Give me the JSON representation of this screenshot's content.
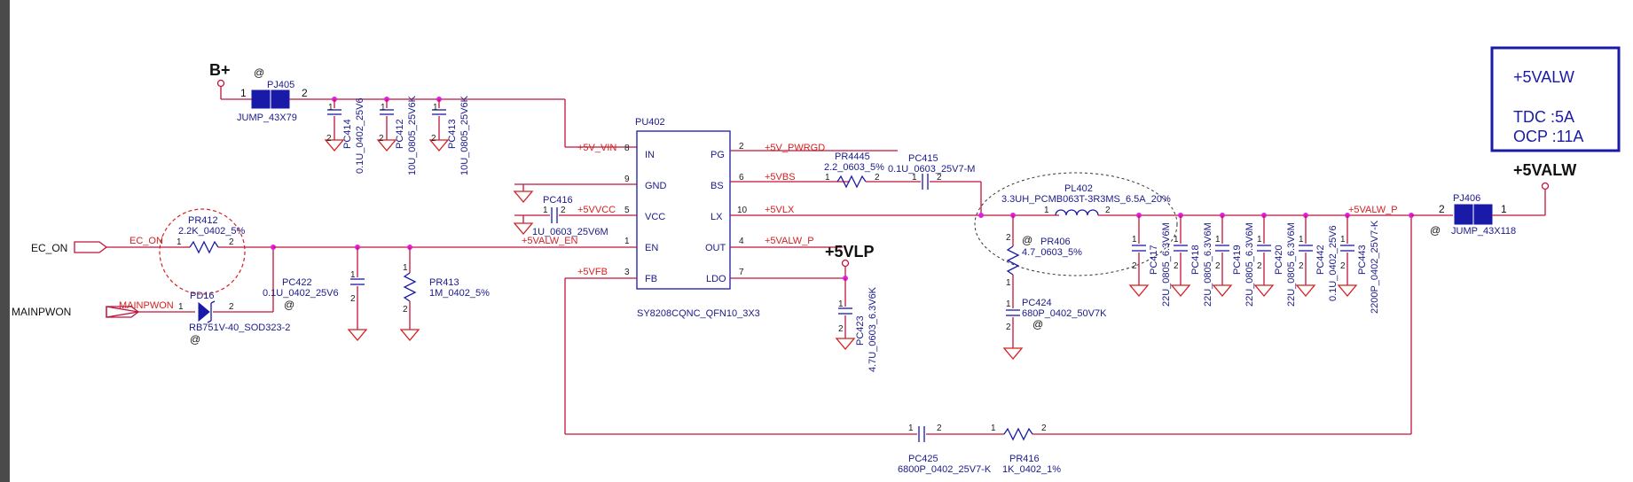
{
  "rails": {
    "b_plus": "B+",
    "vlp": "+5VLP",
    "valw": "+5VALW"
  },
  "info_box": {
    "rail": "+5VALW",
    "tdc": "TDC :5A",
    "ocp": "OCP :11A"
  },
  "ports": {
    "ec_on": "EC_ON",
    "mainpwon": "MAINPWON"
  },
  "nets": {
    "ec_on": "EC_ON",
    "mainpwon": "MAINPWON",
    "vin": "+5V_VIN",
    "pwrgd": "+5V_PWRGD",
    "vbs": "+5VBS",
    "vlx": "+5VLX",
    "vvcc": "+5VVCC",
    "valw_en": "+5VALW_EN",
    "valw_p_out": "+5VALW_P",
    "vfb": "+5VFB",
    "valw_p": "+5VALW_P"
  },
  "ic": {
    "ref": "PU402",
    "part": "SY8208CQNC_QFN10_3X3",
    "pins_left": [
      {
        "num": "8",
        "name": "IN"
      },
      {
        "num": "9",
        "name": "GND"
      },
      {
        "num": "5",
        "name": "VCC"
      },
      {
        "num": "1",
        "name": "EN"
      },
      {
        "num": "3",
        "name": "FB"
      }
    ],
    "pins_right": [
      {
        "num": "2",
        "name": "PG"
      },
      {
        "num": "6",
        "name": "BS"
      },
      {
        "num": "10",
        "name": "LX"
      },
      {
        "num": "4",
        "name": "OUT"
      },
      {
        "num": "7",
        "name": "LDO"
      }
    ]
  },
  "parts": {
    "pj405": {
      "ref": "PJ405",
      "value": "JUMP_43X79",
      "pin1": "1",
      "pin2": "2"
    },
    "pc414": {
      "ref": "PC414",
      "value": "0.1U_0402_25V6"
    },
    "pc412": {
      "ref": "PC412",
      "value": "10U_0805_25V6K"
    },
    "pc413": {
      "ref": "PC413",
      "value": "10U_0805_25V6K"
    },
    "pc416": {
      "ref": "PC416",
      "value": "1U_0603_25V6M"
    },
    "pr412": {
      "ref": "PR412",
      "value": "2.2K_0402_5%"
    },
    "pd16": {
      "ref": "PD16",
      "value": "RB751V-40_SOD323-2"
    },
    "pc422": {
      "ref": "PC422",
      "value": "0.1U_0402_25V6"
    },
    "pr413": {
      "ref": "PR413",
      "value": "1M_0402_5%"
    },
    "pr4445": {
      "ref": "PR4445",
      "value": "2.2_0603_5%"
    },
    "pc415": {
      "ref": "PC415",
      "value": "0.1U_0603_25V7-M"
    },
    "pc423": {
      "ref": "PC423",
      "value": "4.7U_0603_6.3V6K"
    },
    "pl402": {
      "ref": "PL402",
      "value": "3.3UH_PCMB063T-3R3MS_6.5A_20%"
    },
    "pr406": {
      "ref": "PR406",
      "value": "4.7_0603_5%"
    },
    "pc424": {
      "ref": "PC424",
      "value": "680P_0402_50V7K"
    },
    "pc417": {
      "ref": "PC417",
      "value": "22U_0805_6.3V6M"
    },
    "pc418": {
      "ref": "PC418",
      "value": "22U_0805_6.3V6M"
    },
    "pc419": {
      "ref": "PC419",
      "value": "22U_0805_6.3V6M"
    },
    "pc420": {
      "ref": "PC420",
      "value": "22U_0805_6.3V6M"
    },
    "pc442": {
      "ref": "PC442",
      "value": "0.1U_0402_25V6"
    },
    "pc443": {
      "ref": "PC443",
      "value": "2200P_0402_25V7-K"
    },
    "pj406": {
      "ref": "PJ406",
      "value": "JUMP_43X118",
      "pin1": "1",
      "pin2": "2"
    },
    "pc425": {
      "ref": "PC425",
      "value": "6800P_0402_25V7-K"
    },
    "pr416": {
      "ref": "PR416",
      "value": "1K_0402_1%"
    }
  },
  "pin_nums": {
    "one": "1",
    "two": "2"
  },
  "marks": {
    "at": "@"
  }
}
